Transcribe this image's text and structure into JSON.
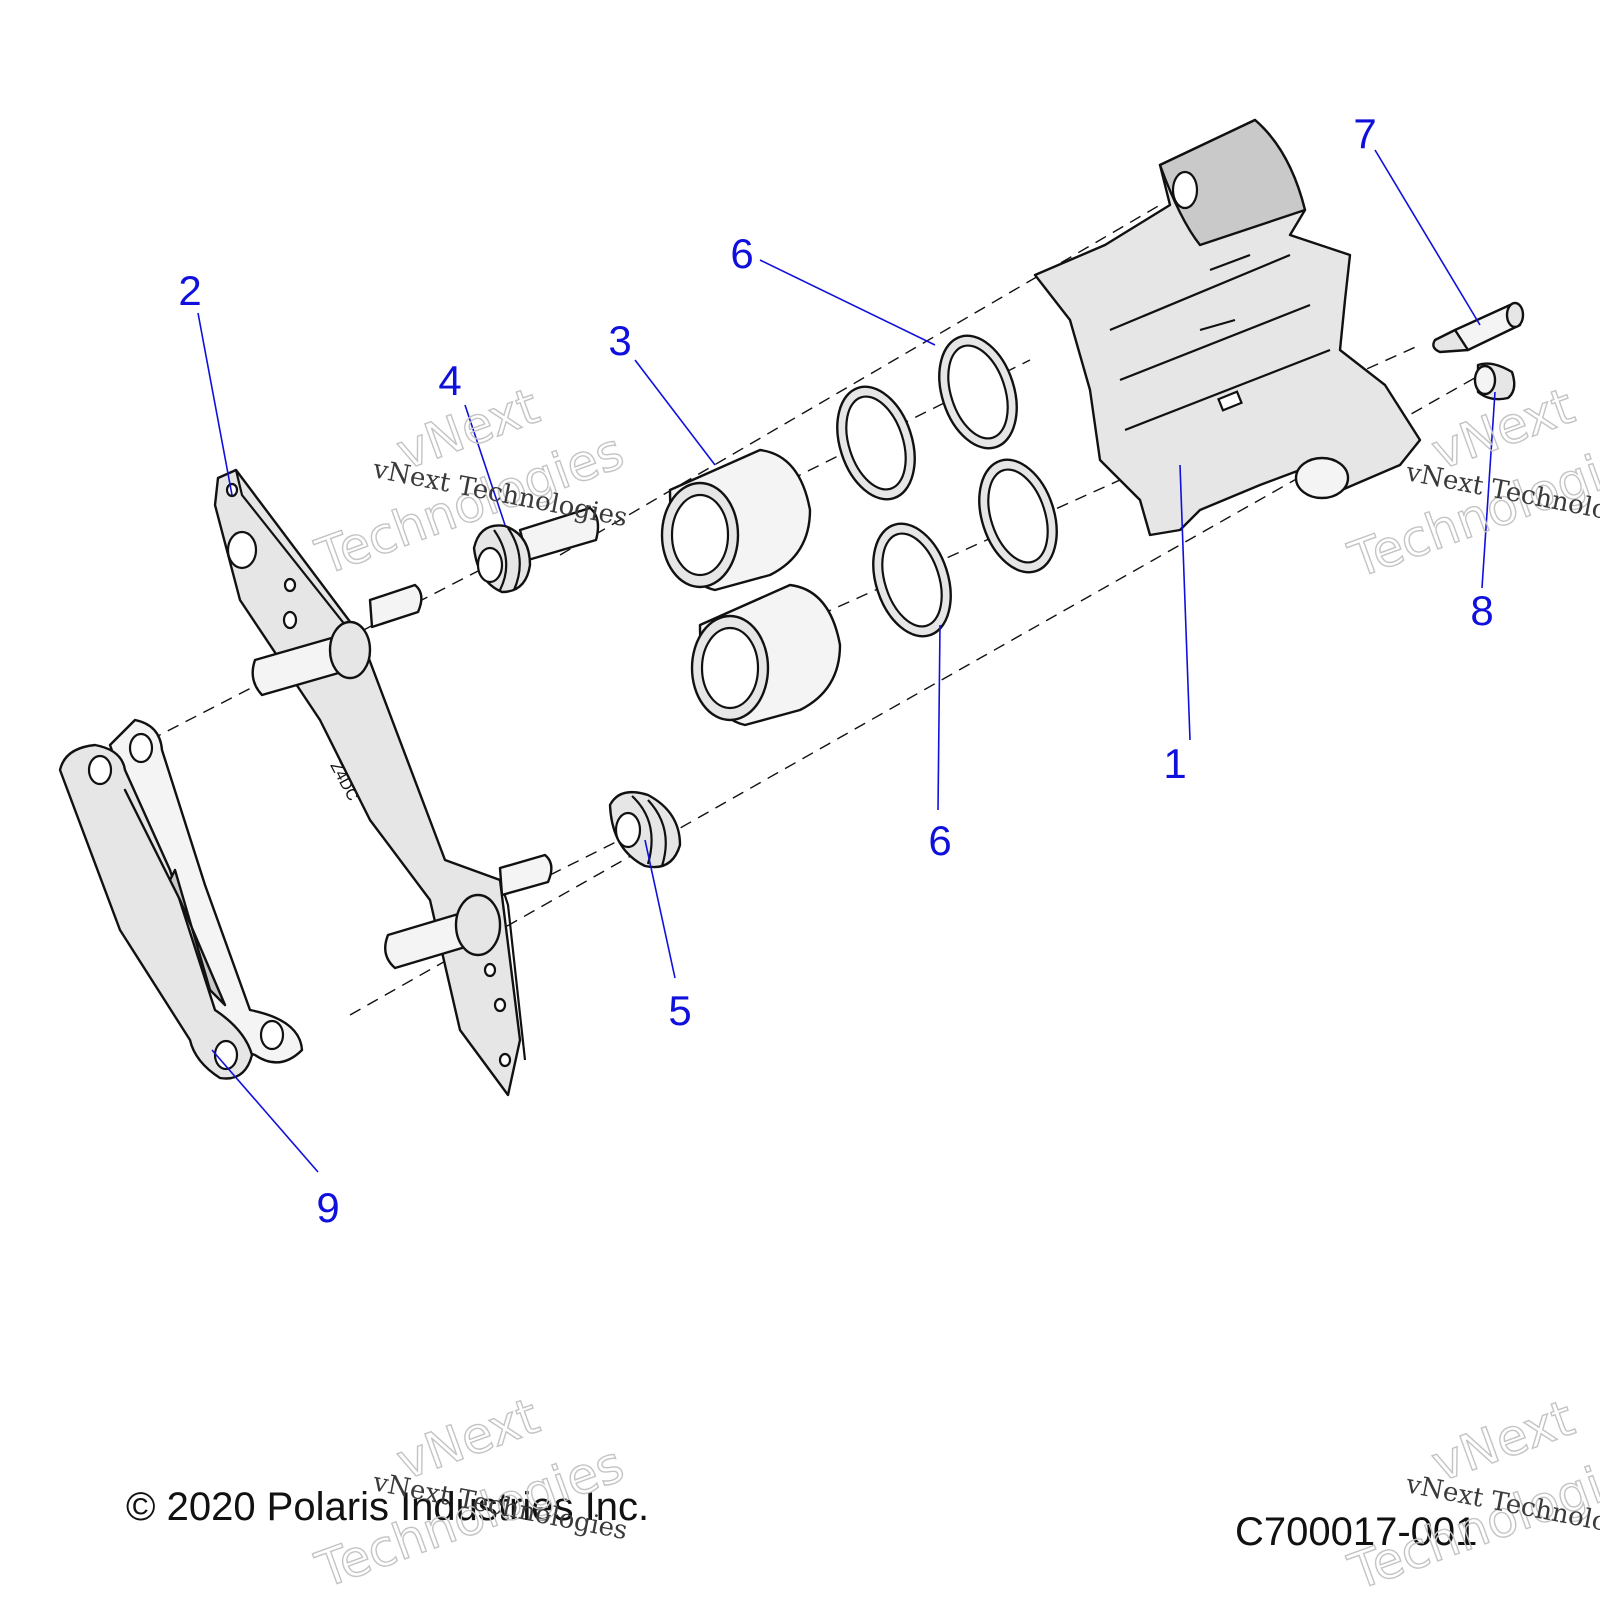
{
  "diagram": {
    "callouts": [
      {
        "label": "1"
      },
      {
        "label": "2"
      },
      {
        "label": "3"
      },
      {
        "label": "4"
      },
      {
        "label": "5"
      },
      {
        "label": "6"
      },
      {
        "label": "6"
      },
      {
        "label": "7"
      },
      {
        "label": "8"
      },
      {
        "label": "9"
      }
    ],
    "bracket_marking": "Z4DC",
    "colors": {
      "callout": "#1010dd",
      "line": "#111111",
      "shade": "#e6e6e6"
    }
  },
  "footer": {
    "copyright": "© 2020 Polaris Industries Inc.",
    "figure_code": "C700017-001"
  },
  "watermark": {
    "line1": "vNext",
    "line2": "Technologies",
    "line3": "vNext Technologies"
  }
}
